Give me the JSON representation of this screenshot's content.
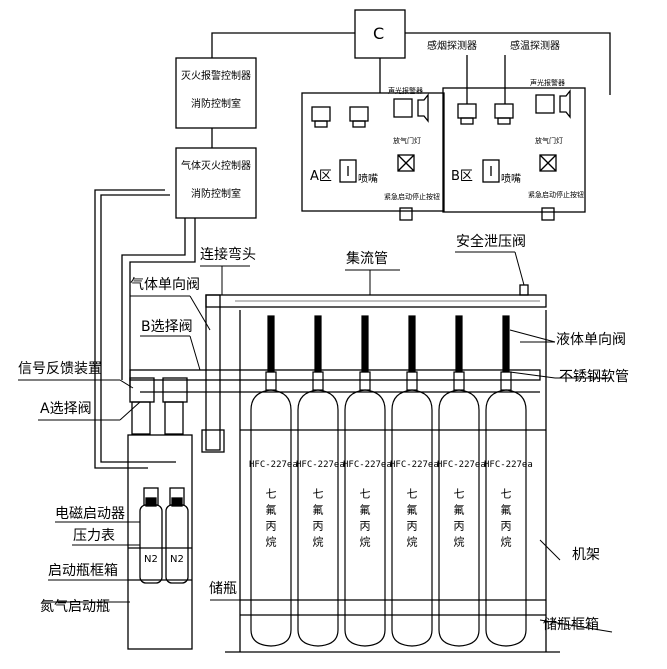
{
  "control": {
    "box_symbol": "C",
    "fire_alarm_controller": "灭火报警控制器",
    "fire_alarm_room": "消防控制室",
    "gas_controller": "气体灭火控制器",
    "gas_room": "消防控制室"
  },
  "zones": [
    {
      "name": "A区",
      "sound_light": "声光报警器",
      "release_light": "放气门灯",
      "emergency": "紧急启动停止按钮",
      "nozzle": "喷嘴"
    },
    {
      "name": "B区",
      "smoke_detector": "感烟探测器",
      "temp_detector": "感温探测器",
      "sound_light": "声光报警器",
      "release_light": "放气门灯",
      "emergency": "紧急启动停止按钮",
      "nozzle": "喷嘴"
    }
  ],
  "labels": {
    "connection_elbow": "连接弯头",
    "manifold": "集流管",
    "safety_valve": "安全泄压阀",
    "gas_check_valve": "气体单向阀",
    "b_selector": "B选择阀",
    "signal_feedback": "信号反馈装置",
    "a_selector": "A选择阀",
    "liquid_check_valve": "液体单向阀",
    "stainless_hose": "不锈钢软管",
    "solenoid_actuator": "电磁启动器",
    "pressure_gauge": "压力表",
    "start_cyl_rack": "启动瓶框箱",
    "nitrogen_cyl": "氮气启动瓶",
    "storage_cyl": "储瓶",
    "frame": "机架",
    "storage_rack": "储瓶框箱"
  },
  "cylinders": {
    "model": "HFC-227ea",
    "agent": "七氟丙烷",
    "count": 6
  },
  "nitrogen": {
    "label": "N2",
    "count": 2
  }
}
